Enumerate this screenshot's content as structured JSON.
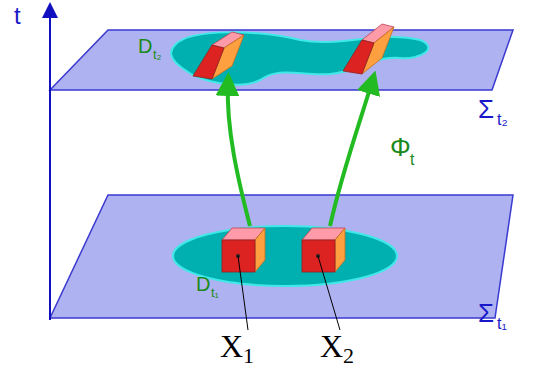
{
  "diagram": {
    "labels": [
      "t",
      "Σ",
      "t₂",
      "D",
      "t₂",
      "Φ",
      "t",
      "D",
      "t₁",
      "Σ",
      "t₁",
      "X",
      "1",
      "X",
      "2"
    ]
  }
}
